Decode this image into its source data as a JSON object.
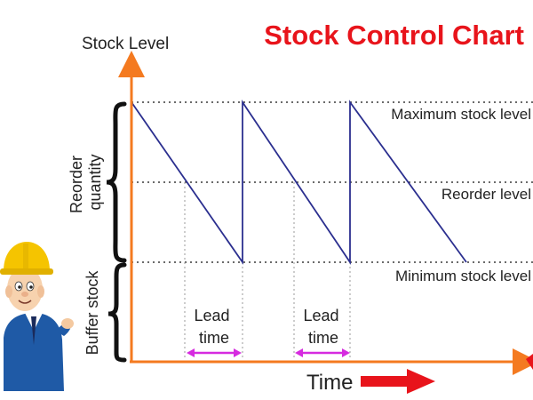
{
  "title": "Stock Control Chart",
  "y_axis_label": "Stock Level",
  "x_axis_label": "Time",
  "levels": {
    "maximum": "Maximum stock level",
    "reorder": "Reorder level",
    "minimum": "Minimum stock level"
  },
  "brackets": {
    "reorder_quantity_line1": "Reorder",
    "reorder_quantity_line2": "quantity",
    "buffer_stock": "Buffer stock"
  },
  "lead_time": {
    "line1": "Lead",
    "line2": "time"
  },
  "colors": {
    "title": "#e8141b",
    "axis": "#f47a20",
    "sawtooth": "#2b2f8f",
    "dotted": "#3a3a3a",
    "lead_arrow": "#d62be0",
    "time_arrow": "#e8141b"
  },
  "mascot_icon": "worker-with-hard-hat-icon"
}
